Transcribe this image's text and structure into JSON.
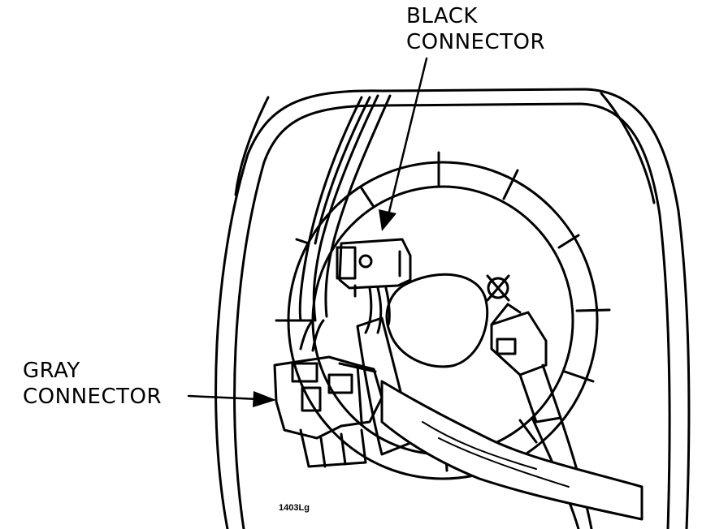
{
  "labels": {
    "black_connector": [
      "BLACK",
      "CONNECTOR"
    ],
    "gray_connector": [
      "GRAY",
      "CONNECTOR"
    ]
  },
  "figure_id": "1403Lg",
  "colors": {
    "ink": "#000000",
    "paper": "#ffffff",
    "fill_dark": "#d9d9d9"
  }
}
